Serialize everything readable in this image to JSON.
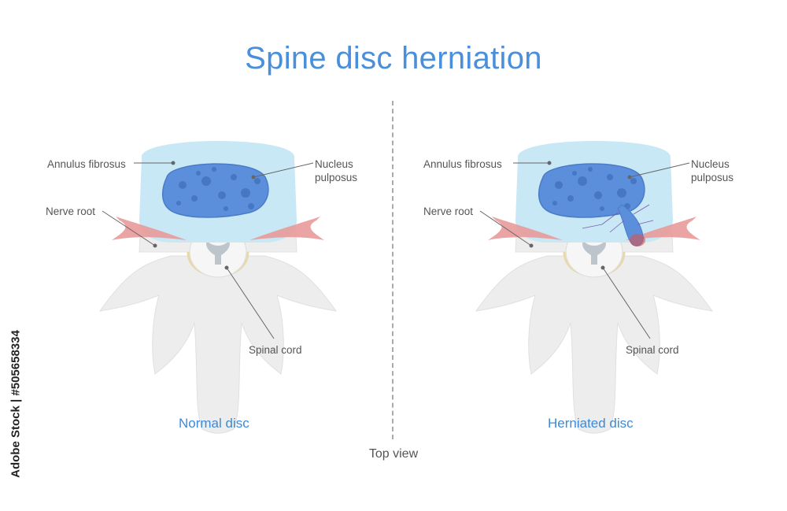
{
  "title": "Spine disc herniation",
  "labels": {
    "annulus": "Annulus fibrosus",
    "nucleus_line1": "Nucleus",
    "nucleus_line2": "pulposus",
    "nerve_root": "Nerve root",
    "spinal_cord": "Spinal cord"
  },
  "captions": {
    "normal": "Normal disc",
    "herniated": "Herniated disc",
    "view": "Top view"
  },
  "credit": "Adobe Stock | #505658334",
  "colors": {
    "title": "#4a8fdb",
    "annulus": "#c9e8f5",
    "nucleus": "#5b8fdc",
    "nerve": "#e89a9a",
    "bone": "#ededed"
  }
}
